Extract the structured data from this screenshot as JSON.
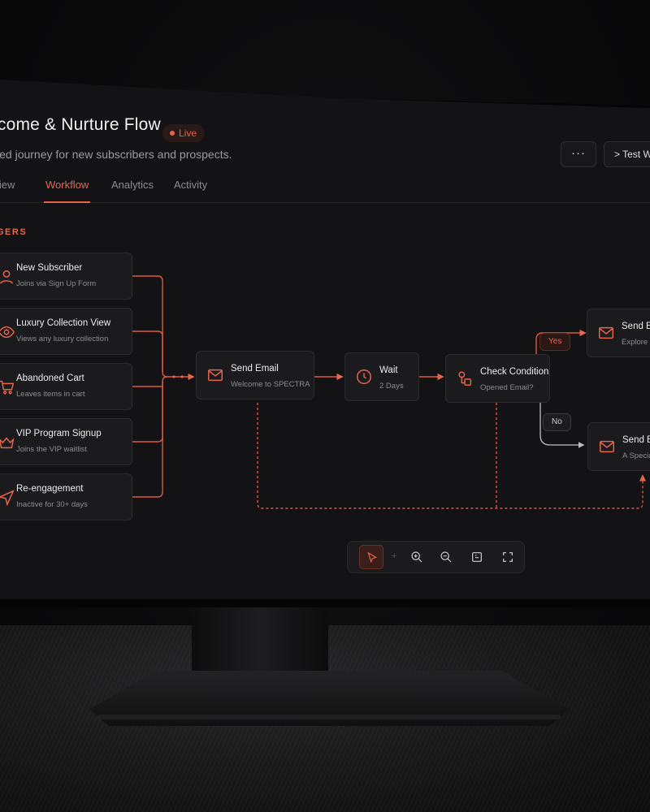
{
  "workflow": {
    "title": "lcome & Nurture Flow",
    "status": "Live",
    "subtitle": "omated journey for new subscribers and prospects.",
    "more_label": "···",
    "test_label": "> Test W"
  },
  "tabs": [
    {
      "label": "rview"
    },
    {
      "label": "Workflow"
    },
    {
      "label": "Analytics"
    },
    {
      "label": "Activity"
    }
  ],
  "triggers_label": "GERS",
  "triggers": [
    {
      "title": "New Subscriber",
      "subtitle": "Joins via Sign Up Form",
      "icon": "user-icon"
    },
    {
      "title": "Luxury Collection View",
      "subtitle": "Views any luxury collection",
      "icon": "eye-icon"
    },
    {
      "title": "Abandoned Cart",
      "subtitle": "Leaves items in cart",
      "icon": "cart-icon"
    },
    {
      "title": "VIP Program Signup",
      "subtitle": "Joins the VIP waitlist",
      "icon": "crown-icon"
    },
    {
      "title": "Re-engagement",
      "subtitle": "Inactive for 30+ days",
      "icon": "send-icon"
    }
  ],
  "nodes": {
    "send_email": {
      "title": "Send Email",
      "subtitle": "Welcome to SPECTRA",
      "icon": "mail-icon"
    },
    "wait": {
      "title": "Wait",
      "subtitle": "2 Days",
      "icon": "clock-icon"
    },
    "check": {
      "title": "Check Condition",
      "subtitle": "Opened Email?",
      "icon": "condition-icon"
    },
    "send_yes": {
      "title": "Send Em",
      "subtitle": "Explore Ou",
      "icon": "mail-icon"
    },
    "send_no": {
      "title": "Send Em",
      "subtitle": "A Special I",
      "icon": "mail-icon"
    }
  },
  "branches": {
    "yes": "Yes",
    "no": "No"
  },
  "toolbar": {
    "separator": "+",
    "tools": [
      "pointer-icon",
      "zoom-in-icon",
      "zoom-out-icon",
      "fit-view-icon",
      "fullscreen-icon"
    ]
  },
  "colors": {
    "accent": "#e8654b",
    "background": "#131315",
    "card": "#1b1b1e"
  }
}
